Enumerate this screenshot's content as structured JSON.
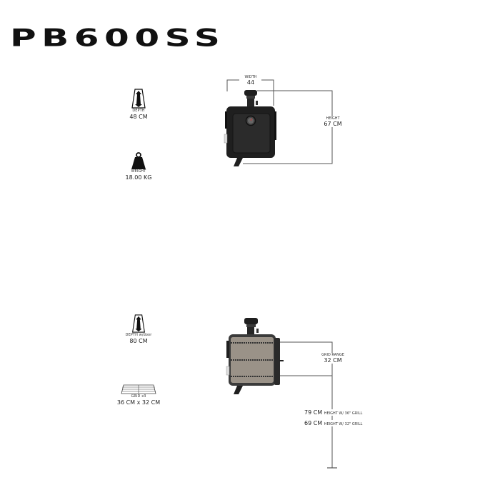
{
  "title": "PB600SS",
  "colors": {
    "body_black": "#1f1f1f",
    "door_panel": "#2a2a2a",
    "grid_tan": "#9a9288",
    "line_gray": "#555555",
    "background": "#ffffff"
  },
  "front_view": {
    "specs": [
      {
        "icon": "depth-icon",
        "label": "DEPTH",
        "value": "48 CM"
      },
      {
        "icon": "weight-icon",
        "label": "WEIGHT",
        "value": "18.00 KG"
      }
    ],
    "width": {
      "label": "WIDTH",
      "value": "44"
    },
    "height": {
      "label": "HEIGHT",
      "value": "67 CM"
    }
  },
  "open_view": {
    "specs": [
      {
        "icon": "depth-icon",
        "label": "DEPTH w/door",
        "value": "80 CM"
      },
      {
        "icon": "grid-icon",
        "label": "GRID x3",
        "value": "36 CM x 32 CM"
      }
    ],
    "grid_range": {
      "label": "GRID RANGE",
      "value": "32 CM"
    },
    "heights": [
      {
        "value": "79 CM",
        "label": "HEIGHT w/ 36\" GRILL"
      },
      {
        "value": "69 CM",
        "label": "HEIGHT w/ 32\" GRILL"
      }
    ]
  }
}
